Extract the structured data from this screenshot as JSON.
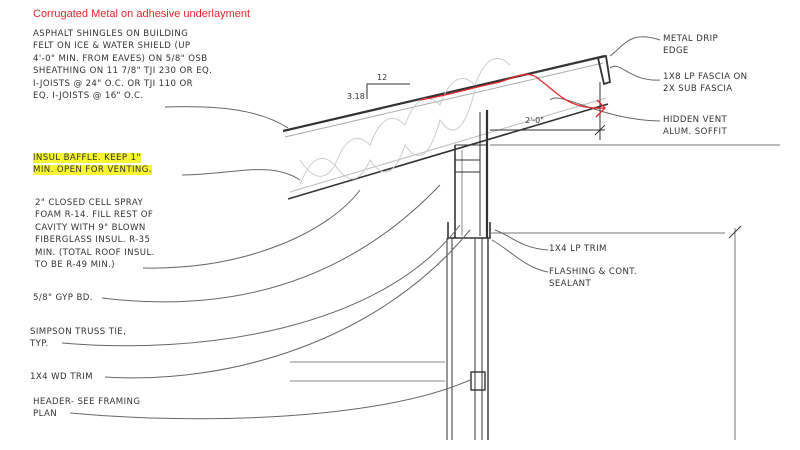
{
  "title": "Corrugated Metal on adhesive underlayment",
  "colors": {
    "annotation": "#e8262c",
    "highlight": "#f7f531",
    "lines": "#333333"
  },
  "notes_left": {
    "roofing": [
      "ASPHALT SHINGLES ON BUILDING",
      "FELT ON ICE & WATER SHIELD (UP",
      "4'-0\" MIN. FROM EAVES) ON 5/8\" OSB",
      "SHEATHING ON 11 7/8\" TJI 230 OR EQ.",
      "I-JOISTS @ 24\" O.C. OR TJI 110 OR",
      "EQ. I-JOISTS @ 16\" O.C."
    ],
    "baffle": [
      "INSUL BAFFLE. KEEP 1\"",
      "MIN. OPEN FOR VENTING."
    ],
    "insulation": [
      "2\" CLOSED CELL SPRAY",
      "FOAM R-14. FILL REST OF",
      "CAVITY WITH 9\" BLOWN",
      "FIBERGLASS INSUL. R-35",
      "MIN. (TOTAL ROOF INSUL.",
      "TO BE R-49 MIN.)"
    ],
    "gyp": "5/8\" GYP BD.",
    "truss_tie": [
      "SIMPSON TRUSS TIE,",
      "TYP."
    ],
    "wd_trim": "1X4 WD TRIM",
    "header": [
      "HEADER- SEE FRAMING",
      "PLAN"
    ]
  },
  "notes_right": {
    "drip_edge": [
      "METAL DRIP",
      "EDGE"
    ],
    "fascia": [
      "1X8 LP FASCIA ON",
      "2X SUB FASCIA"
    ],
    "soffit": [
      "HIDDEN VENT",
      "ALUM. SOFFIT"
    ],
    "lp_trim": "1X4 LP TRIM",
    "flashing": [
      "FLASHING & CONT.",
      "SEALANT"
    ]
  },
  "dimensions": {
    "pitch_run": "12",
    "pitch_rise": "3.18",
    "overhang": "2'-0\""
  }
}
